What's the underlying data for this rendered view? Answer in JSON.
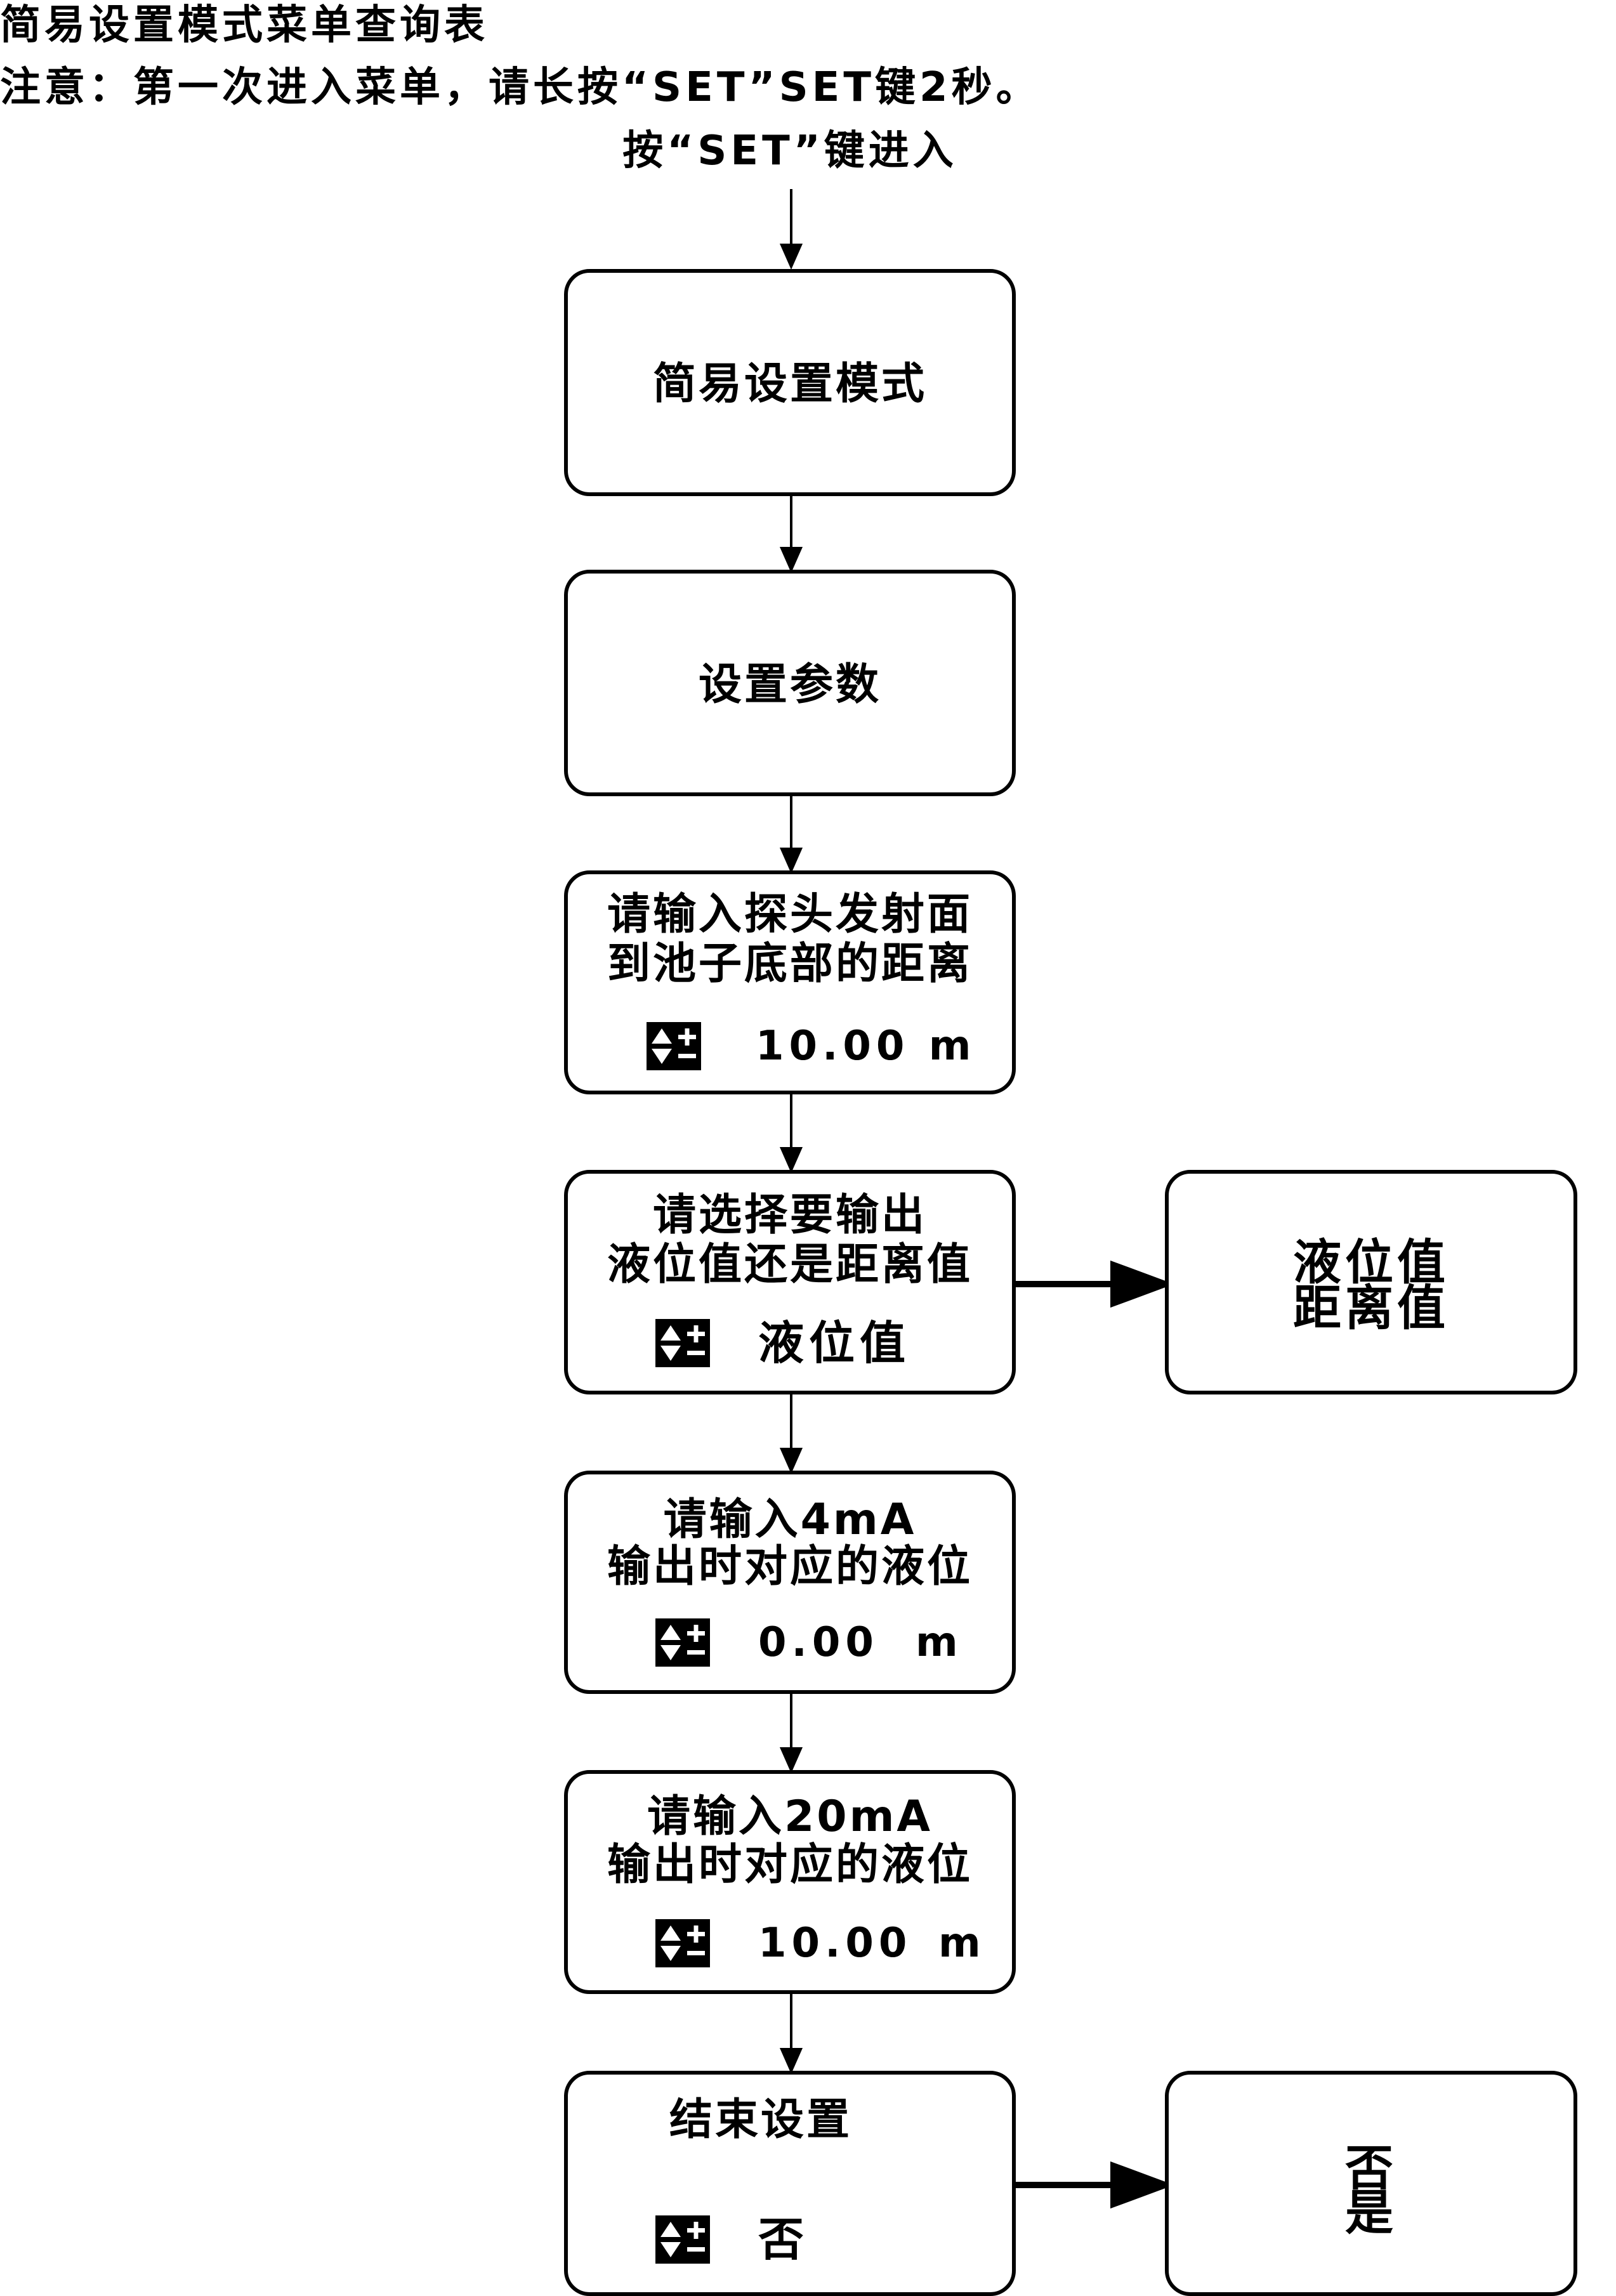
{
  "header": {
    "title": "简易设置模式菜单查询表",
    "note": "注意：第一次进入菜单，请长按“SET”SET键2秒。",
    "entry": "按“SET”键进入"
  },
  "boxes": {
    "b1": {
      "title": "简易设置模式"
    },
    "b2": {
      "title": "设置参数"
    },
    "b3": {
      "title_l1": "请输入探头发射面",
      "title_l2": "到池子底部的距离",
      "value": "10.00 m"
    },
    "b4": {
      "title_l1": "请选择要输出",
      "title_l2": "液位值还是距离值",
      "value": "液位值"
    },
    "b4_opts": {
      "opt1": "液位值",
      "opt2": "距离值"
    },
    "b5": {
      "title_l1": "请输入4mA",
      "title_l2": "输出时对应的液位",
      "value": "0.00",
      "unit": "m"
    },
    "b6": {
      "title_l1": "请输入20mA",
      "title_l2": "输出时对应的液位",
      "value": "10.00",
      "unit": "m"
    },
    "b7": {
      "title": "结束设置",
      "value": "否"
    },
    "b7_opts": {
      "opt1": "否",
      "opt2": "是"
    }
  },
  "icons": {
    "key": "up-down-plus-minus-key-icon"
  }
}
